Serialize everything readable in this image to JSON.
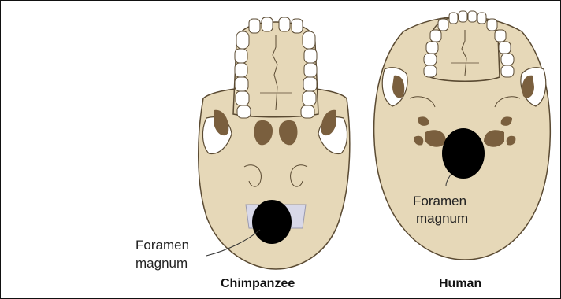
{
  "figure": {
    "chimp_skull": {
      "caption": "Chimpanzee",
      "label_line1": "Foramen",
      "label_line2": "magnum"
    },
    "human_skull": {
      "caption": "Human",
      "label_line1": "Foramen",
      "label_line2": "magnum"
    }
  },
  "colors": {
    "bone": "#e6d8b8",
    "bone_outline": "#5a4a32",
    "dark_bone": "#7a5f3e",
    "teeth": "#ffffff",
    "foramen": "#000000"
  }
}
